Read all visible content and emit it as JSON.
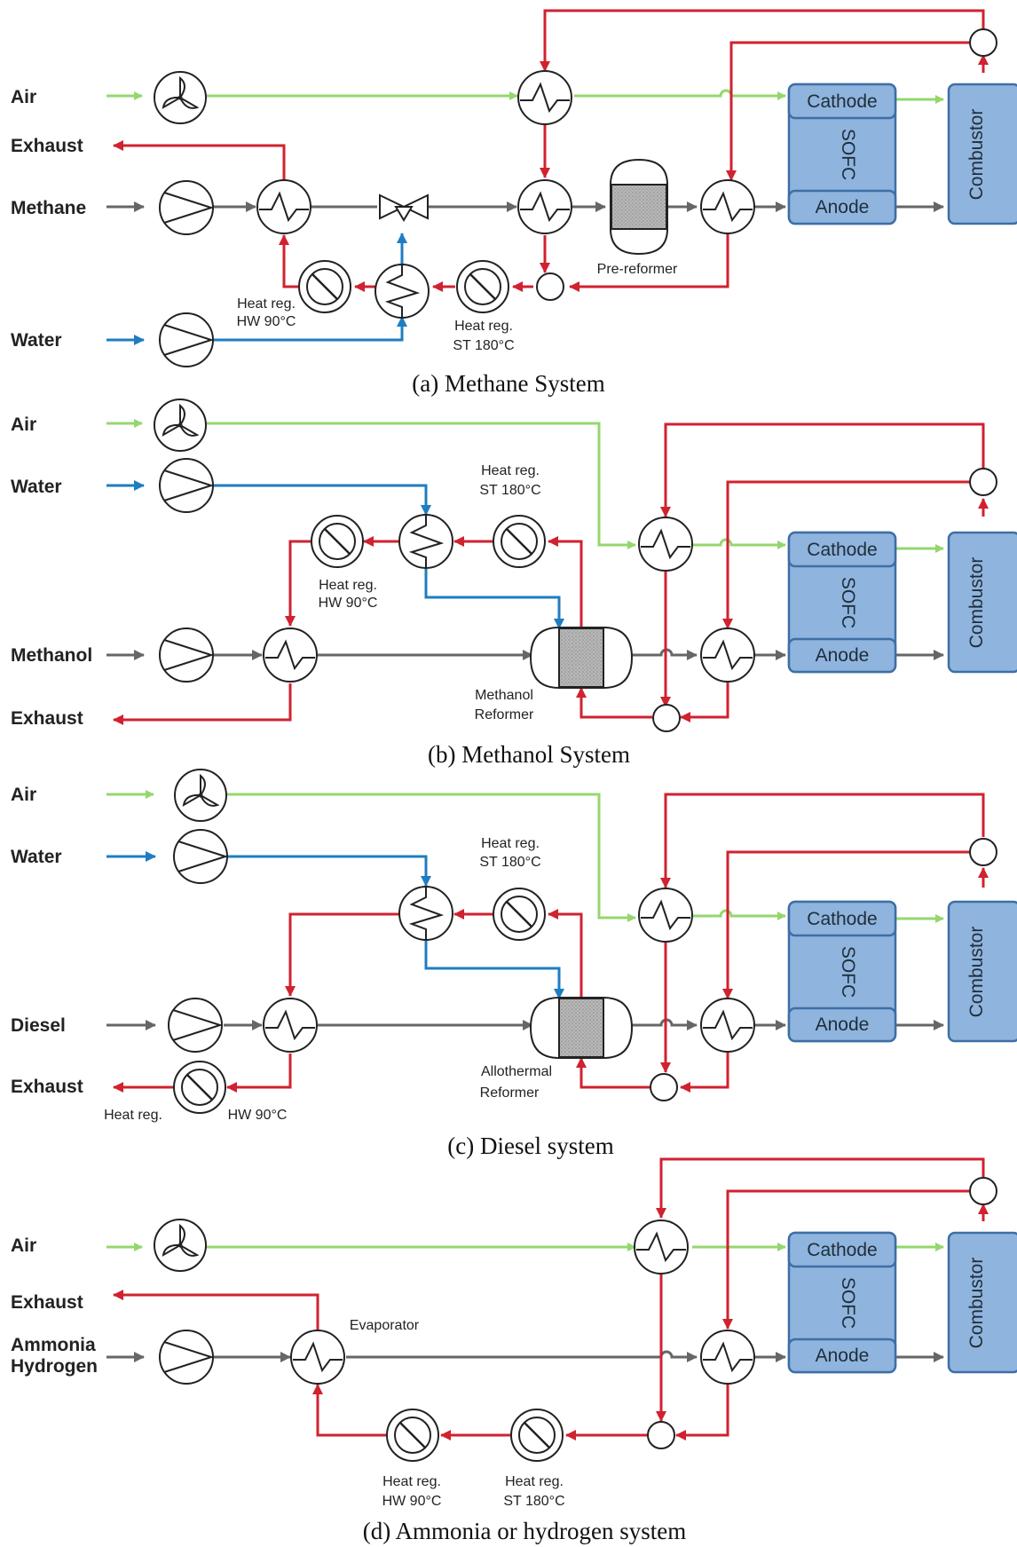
{
  "colors": {
    "air": "#94d76e",
    "hot": "#d0222f",
    "water": "#1e7dc2",
    "fuel": "#666666",
    "sofc_fill": "#8fb4dd",
    "sofc_border": "#3d6fa5"
  },
  "common": {
    "cathode": "Cathode",
    "anode": "Anode",
    "sofc": "SOFC",
    "combustor": "Combustor"
  },
  "panel_a": {
    "caption": "(a)  Methane System",
    "air": "Air",
    "exhaust": "Exhaust",
    "fuel": "Methane",
    "water": "Water",
    "prereformer": "Pre-reformer",
    "hr_hw_1": "Heat reg.",
    "hr_hw_2": "HW 90°C",
    "hr_st_1": "Heat reg.",
    "hr_st_2": "ST 180°C"
  },
  "panel_b": {
    "caption": "(b)  Methanol System",
    "air": "Air",
    "water": "Water",
    "fuel": "Methanol",
    "exhaust": "Exhaust",
    "reformer_1": "Methanol",
    "reformer_2": "Reformer",
    "hr_st_1": "Heat reg.",
    "hr_st_2": "ST 180°C",
    "hr_hw_1": "Heat reg.",
    "hr_hw_2": "HW 90°C"
  },
  "panel_c": {
    "caption": "(c)  Diesel system",
    "air": "Air",
    "water": "Water",
    "fuel": "Diesel",
    "exhaust": "Exhaust",
    "reformer_1": "Allothermal",
    "reformer_2": "Reformer",
    "hr_st_1": "Heat reg.",
    "hr_st_2": "ST 180°C",
    "hr_hw_1": "Heat reg.",
    "hr_hw_2": "HW 90°C"
  },
  "panel_d": {
    "caption": "(d)  Ammonia or hydrogen system",
    "air": "Air",
    "exhaust": "Exhaust",
    "fuel_1": "Ammonia",
    "fuel_2": "Hydrogen",
    "evaporator": "Evaporator",
    "hr_hw_1": "Heat reg.",
    "hr_hw_2": "HW 90°C",
    "hr_st_1": "Heat reg.",
    "hr_st_2": "ST 180°C"
  }
}
